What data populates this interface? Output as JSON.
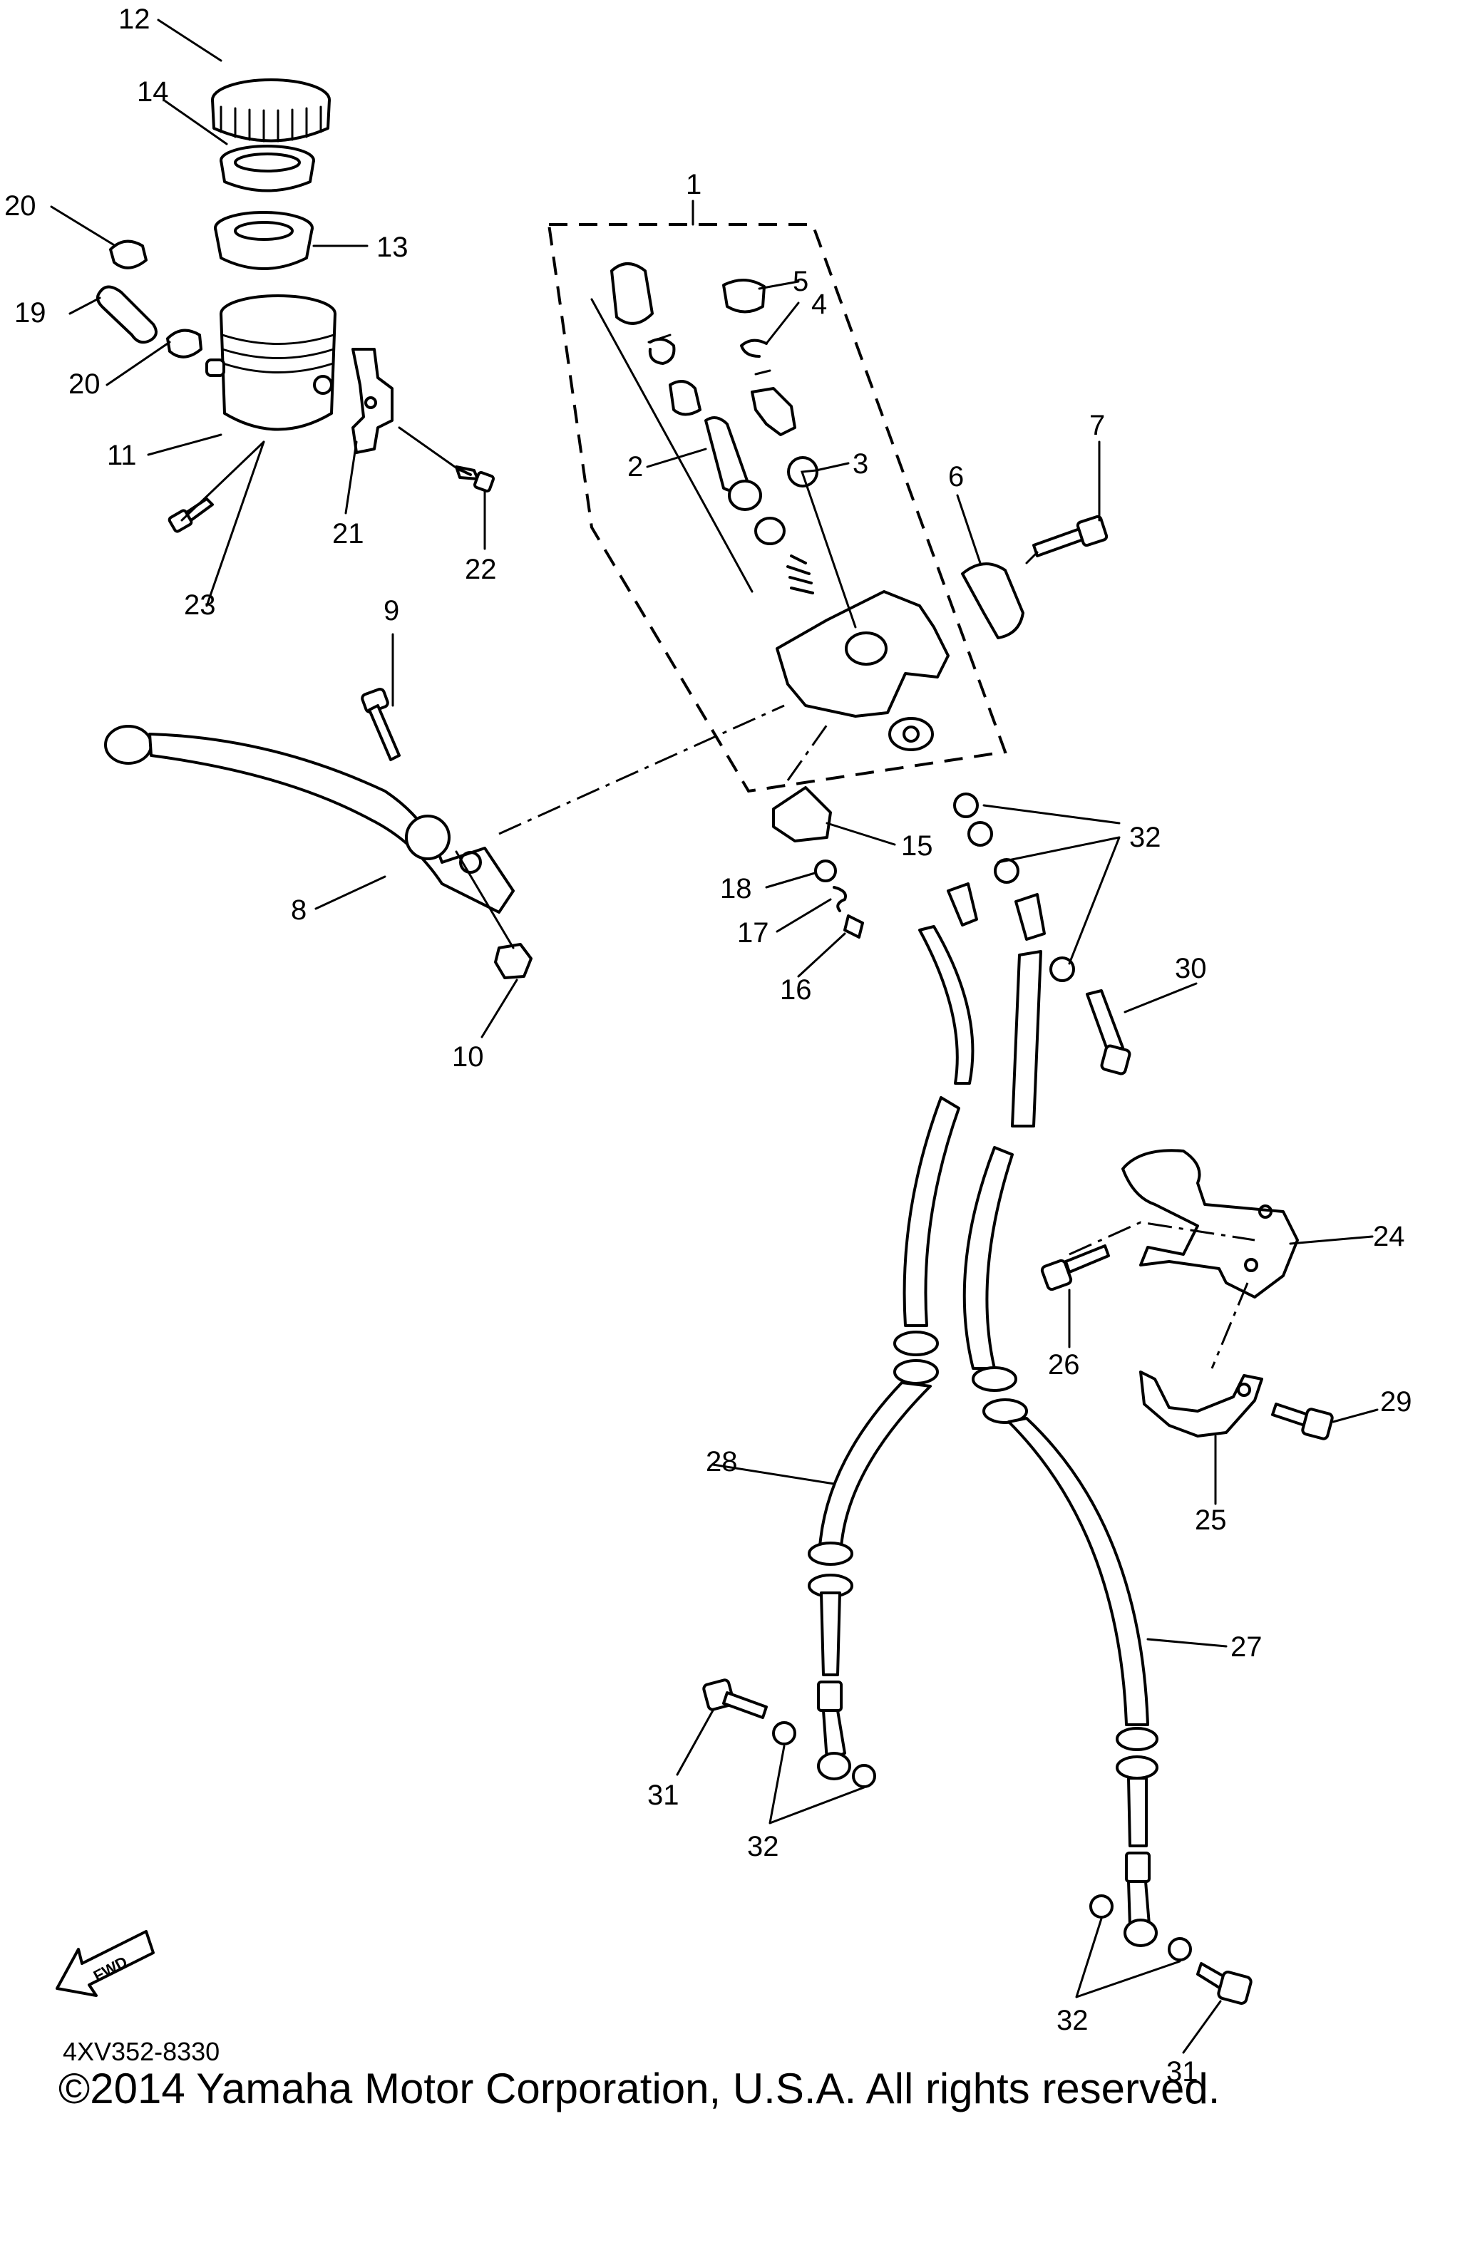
{
  "diagram_code": "4XV352-8330",
  "copyright": "©2014 Yamaha Motor Corporation, U.S.A. All rights reserved.",
  "fwd_label": "FWD",
  "callouts": {
    "c1": "1",
    "c2": "2",
    "c3": "3",
    "c4": "4",
    "c5": "5",
    "c6": "6",
    "c7": "7",
    "c8": "8",
    "c9": "9",
    "c10": "10",
    "c11": "11",
    "c12": "12",
    "c13": "13",
    "c14": "14",
    "c15": "15",
    "c16": "16",
    "c17": "17",
    "c18": "18",
    "c19": "19",
    "c20": "20",
    "c21": "21",
    "c22": "22",
    "c23": "23",
    "c24": "24",
    "c25": "25",
    "c26": "26",
    "c27": "27",
    "c28": "28",
    "c29": "29",
    "c30": "30",
    "c31": "31",
    "c32": "32"
  }
}
